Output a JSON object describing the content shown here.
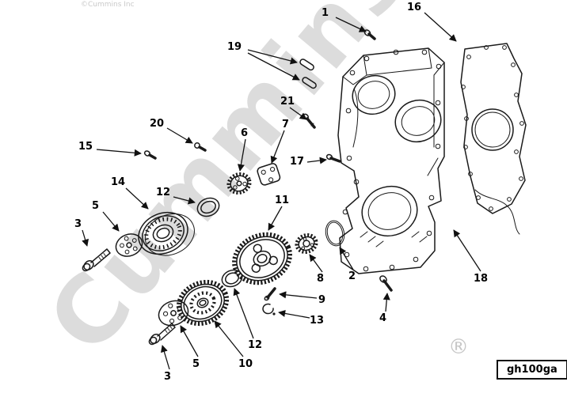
{
  "copyright": "©Cummins Inc",
  "watermark": "Cummins",
  "registered_mark": "®",
  "figure_code": "gh100ga",
  "colors": {
    "line": "#1a1a1a",
    "watermark": "#dcdcdc"
  },
  "callouts": [
    {
      "id": "1",
      "label": "1"
    },
    {
      "id": "16",
      "label": "16"
    },
    {
      "id": "19",
      "label": "19"
    },
    {
      "id": "21",
      "label": "21"
    },
    {
      "id": "20",
      "label": "20"
    },
    {
      "id": "15",
      "label": "15"
    },
    {
      "id": "6",
      "label": "6"
    },
    {
      "id": "7",
      "label": "7"
    },
    {
      "id": "17",
      "label": "17"
    },
    {
      "id": "14",
      "label": "14"
    },
    {
      "id": "12a",
      "label": "12"
    },
    {
      "id": "5a",
      "label": "5"
    },
    {
      "id": "3a",
      "label": "3"
    },
    {
      "id": "11",
      "label": "11"
    },
    {
      "id": "8",
      "label": "8"
    },
    {
      "id": "2",
      "label": "2"
    },
    {
      "id": "9",
      "label": "9"
    },
    {
      "id": "13",
      "label": "13"
    },
    {
      "id": "12b",
      "label": "12"
    },
    {
      "id": "10",
      "label": "10"
    },
    {
      "id": "5b",
      "label": "5"
    },
    {
      "id": "3b",
      "label": "3"
    },
    {
      "id": "4",
      "label": "4"
    },
    {
      "id": "18",
      "label": "18"
    }
  ]
}
